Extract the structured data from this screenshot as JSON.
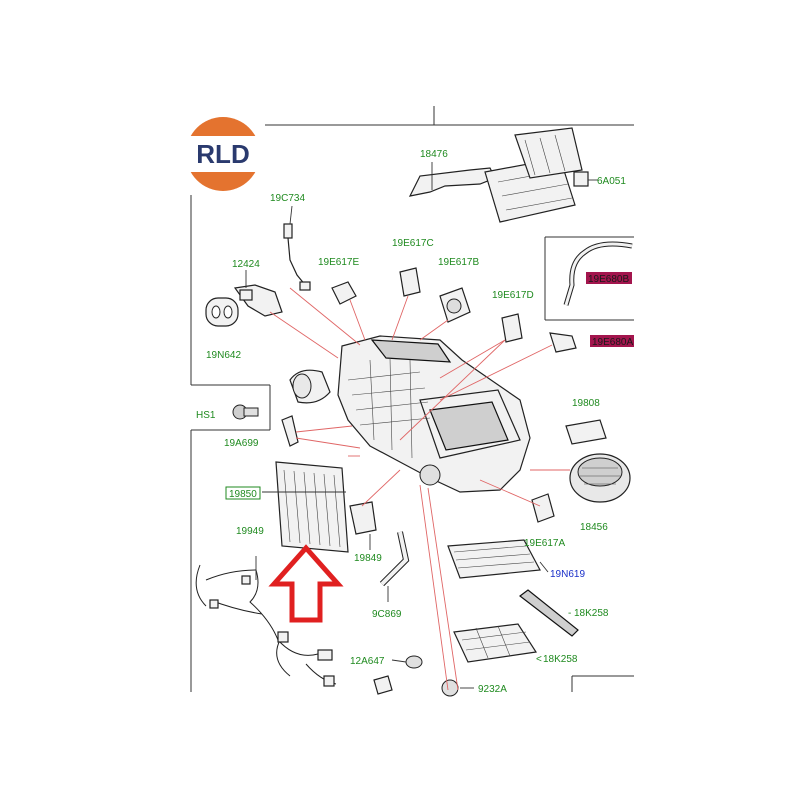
{
  "logo": {
    "text": "RLD",
    "colors": {
      "ring": "#e4732f",
      "band": "#ffffff",
      "text": "#2a3a6e"
    }
  },
  "callouts": [
    {
      "id": "18476",
      "color": "green"
    },
    {
      "id": "6A051",
      "color": "green"
    },
    {
      "id": "19C734",
      "color": "green"
    },
    {
      "id": "19E617C",
      "color": "green"
    },
    {
      "id": "19E617E",
      "color": "green"
    },
    {
      "id": "19E617B",
      "color": "green"
    },
    {
      "id": "12424",
      "color": "green"
    },
    {
      "id": "19E617D",
      "color": "green"
    },
    {
      "id": "19E680B",
      "color": "highlight"
    },
    {
      "id": "19E680A",
      "color": "highlight"
    },
    {
      "id": "19N642",
      "color": "green"
    },
    {
      "id": "HS1",
      "color": "green"
    },
    {
      "id": "19808",
      "color": "green"
    },
    {
      "id": "19A699",
      "color": "green"
    },
    {
      "id": "19850",
      "color": "boxed"
    },
    {
      "id": "18456",
      "color": "green"
    },
    {
      "id": "19E617A",
      "color": "green"
    },
    {
      "id": "19949",
      "color": "green"
    },
    {
      "id": "19849",
      "color": "green"
    },
    {
      "id": "19N619",
      "color": "blue"
    },
    {
      "id": "9C869",
      "color": "green"
    },
    {
      "id": "18K258",
      "color": "green",
      "prefix": "-"
    },
    {
      "id": "18K258",
      "color": "green",
      "prefix": "<"
    },
    {
      "id": "12A647",
      "color": "green"
    },
    {
      "id": "9232A",
      "color": "green"
    }
  ],
  "colors": {
    "label_green": "#1f8a1f",
    "label_blue": "#1a2fc9",
    "highlight_bg": "#a3154d",
    "arrow_red": "#e02020",
    "leader_red": "#e06666"
  },
  "icons": [
    "up-arrow-icon"
  ]
}
